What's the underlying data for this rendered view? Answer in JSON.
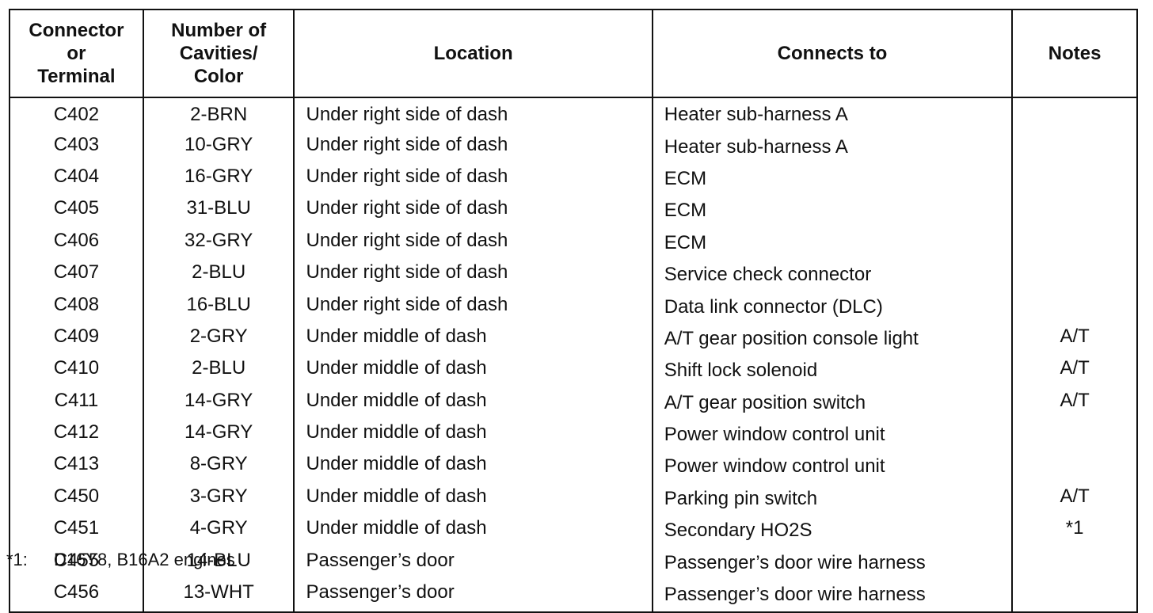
{
  "table": {
    "headers": {
      "connector": [
        "Connector",
        "or",
        "Terminal"
      ],
      "cavities": [
        "Number of",
        "Cavities/",
        "Color"
      ],
      "location": "Location",
      "connects_to": "Connects to",
      "notes": "Notes"
    },
    "rows": [
      {
        "connector": "C402",
        "cavities": "2-BRN",
        "location": "Under right side of dash",
        "connects_to": "Heater sub-harness A",
        "notes": ""
      },
      {
        "connector": "C403",
        "cavities": "10-GRY",
        "location": "Under right side of dash",
        "connects_to": "Heater sub-harness A",
        "notes": ""
      },
      {
        "connector": "C404",
        "cavities": "16-GRY",
        "location": "Under right side of dash",
        "connects_to": "ECM",
        "notes": ""
      },
      {
        "connector": "C405",
        "cavities": "31-BLU",
        "location": "Under right side of dash",
        "connects_to": "ECM",
        "notes": ""
      },
      {
        "connector": "C406",
        "cavities": "32-GRY",
        "location": "Under right side of dash",
        "connects_to": "ECM",
        "notes": ""
      },
      {
        "connector": "C407",
        "cavities": "2-BLU",
        "location": "Under right side of dash",
        "connects_to": "Service check connector",
        "notes": ""
      },
      {
        "connector": "C408",
        "cavities": "16-BLU",
        "location": "Under right side of dash",
        "connects_to": "Data link connector (DLC)",
        "notes": ""
      },
      {
        "connector": "C409",
        "cavities": "2-GRY",
        "location": "Under middle of dash",
        "connects_to": "A/T gear position console light",
        "notes": "A/T"
      },
      {
        "connector": "C410",
        "cavities": "2-BLU",
        "location": "Under middle of dash",
        "connects_to": "Shift lock solenoid",
        "notes": "A/T"
      },
      {
        "connector": "C411",
        "cavities": "14-GRY",
        "location": "Under middle of dash",
        "connects_to": "A/T gear position switch",
        "notes": "A/T"
      },
      {
        "connector": "C412",
        "cavities": "14-GRY",
        "location": "Under middle of dash",
        "connects_to": "Power window control unit",
        "notes": ""
      },
      {
        "connector": "C413",
        "cavities": "8-GRY",
        "location": "Under middle of dash",
        "connects_to": "Power window control unit",
        "notes": ""
      },
      {
        "connector": "C450",
        "cavities": "3-GRY",
        "location": "Under middle of dash",
        "connects_to": "Parking pin switch",
        "notes": "A/T"
      },
      {
        "connector": "C451",
        "cavities": "4-GRY",
        "location": "Under middle of dash",
        "connects_to": "Secondary HO2S",
        "notes": "*1"
      },
      {
        "connector": "C455",
        "cavities": "14-BLU",
        "location": "Passenger’s door",
        "connects_to": "Passenger’s door wire harness",
        "notes": ""
      },
      {
        "connector": "C456",
        "cavities": "13-WHT",
        "location": "Passenger’s door",
        "connects_to": "Passenger’s door wire harness",
        "notes": ""
      }
    ]
  },
  "footnote": {
    "mark": "*1:",
    "text": "D16Y8, B16A2 engines"
  }
}
